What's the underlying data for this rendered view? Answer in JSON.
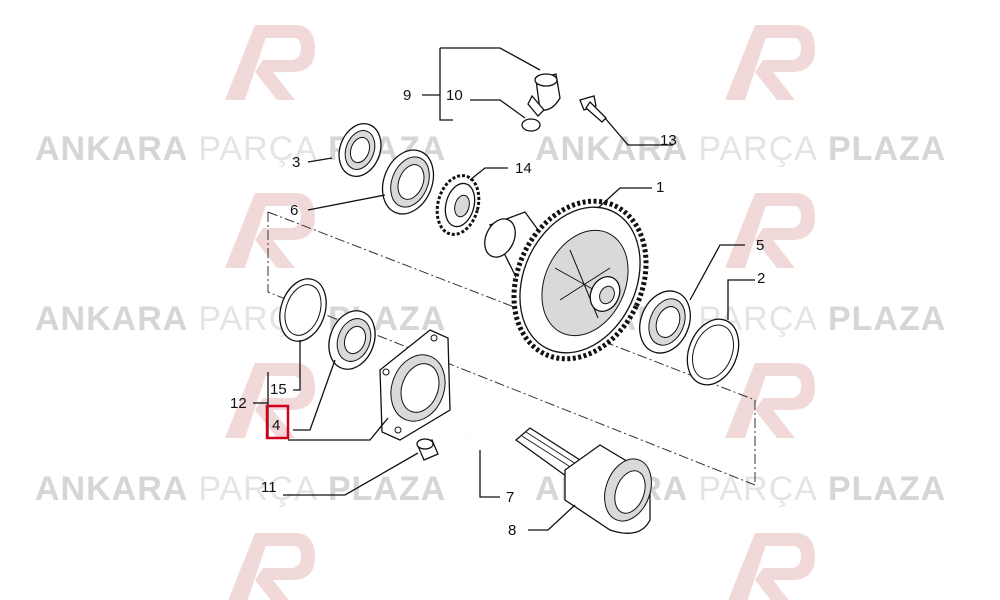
{
  "watermark": {
    "brand_line": [
      "ANKARA",
      "PARÇA",
      "PLAZA"
    ],
    "colors": {
      "bold": "#d8d8d8",
      "light": "#e6e6e6",
      "logo": "#f2d6d6"
    }
  },
  "highlight_color": "#d0021b",
  "callouts": {
    "c1": "1",
    "c2": "2",
    "c3": "3",
    "c4": "4",
    "c5": "5",
    "c6": "6",
    "c7": "7",
    "c8": "8",
    "c9": "9",
    "c10": "10",
    "c11": "11",
    "c12": "12",
    "c13": "13",
    "c14": "14",
    "c15": "15"
  }
}
